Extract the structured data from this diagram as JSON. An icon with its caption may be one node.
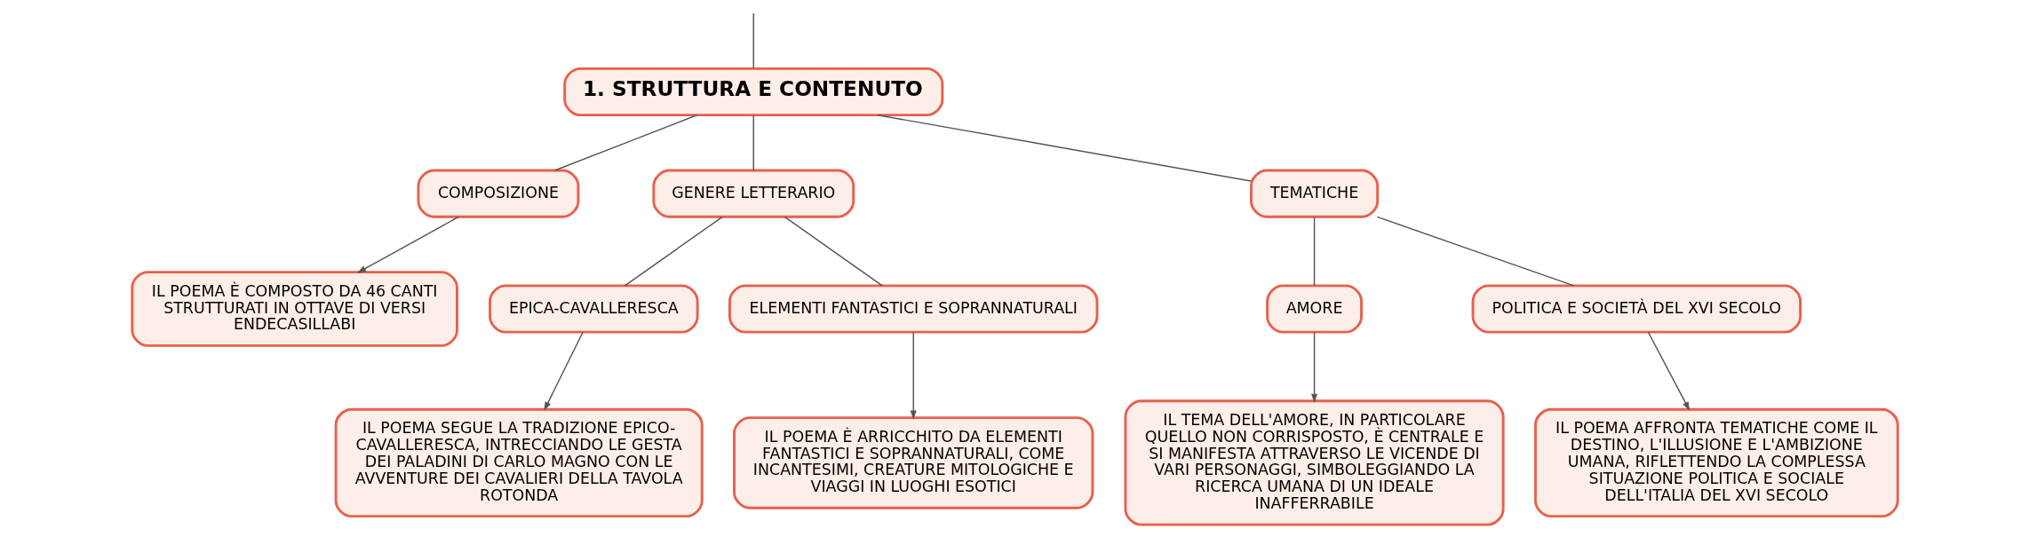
{
  "diagram": {
    "nodes": [
      {
        "text": [
          "1. STRUTTURA E CONTENUTO"
        ]
      },
      {
        "text": [
          "COMPOSIZIONE"
        ]
      },
      {
        "text": [
          "IL POEMA È COMPOSTO DA 46 CANTI STRUTTURATI IN OTTAVE DI VERSI ENDECASILLABI"
        ]
      },
      {
        "text": [
          "GENERE LETTERARIO"
        ]
      },
      {
        "text": [
          "EPICA-CAVALLERESCA"
        ]
      },
      {
        "text": [
          "IL POEMA SEGUE LA TRADIZIONE EPICO-CAVALLERESCA, INTRECCIANDO LE GESTA DEI PALADINI DI CARLO MAGNO CON LE AVVENTURE DEI CAVALIERI DELLA TAVOLA ROTONDA"
        ]
      },
      {
        "text": [
          "ELEMENTI FANTASTICI E SOPRANNATURALI"
        ]
      },
      {
        "text": [
          "IL POEMA È ARRICCHITO DA ELEMENTI FANTASTICI E SOPRANNATURALI, COME INCANTESIMI, CREATURE MITOLOGICHE E VIAGGI IN LUOGHI ESOTICI"
        ]
      },
      {
        "text": [
          "TEMATICHE"
        ]
      },
      {
        "text": [
          "AMORE"
        ]
      },
      {
        "text": [
          "IL TEMA DELL'AMORE, IN PARTICOLARE QUELLO NON CORRISPOSTO, È CENTRALE E SI MANIFESTA ATTRAVERSO LE VICENDE DI VARI PERSONAGGI, SIMBOLEGGIANDO LA RICERCA UMANA DI UN IDEALE INAFFERRABILE"
        ]
      },
      {
        "text": [
          "POLITICA E SOCIETÀ DEL XVI SECOLO"
        ]
      },
      {
        "text": [
          "IL POEMA AFFRONTA TEMATICHE COME IL DESTINO, L'ILLUSIONE E L'AMBIZIONE UMANA, RIFLETTENDO LA COMPLESSA SITUAZIONE POLITICA E SOCIALE DELL'ITALIA DEL XVI SECOLO"
        ]
      }
    ],
    "edges": [
      {
        "from": 0,
        "to": null,
        "arrow": "none"
      },
      {
        "from": 0,
        "to": 1,
        "arrow": "none"
      },
      {
        "from": 1,
        "to": 2,
        "arrow": "to"
      },
      {
        "from": 0,
        "to": 3,
        "arrow": "none"
      },
      {
        "from": 3,
        "to": 4,
        "arrow": "none"
      },
      {
        "from": 4,
        "to": 5,
        "arrow": "to"
      },
      {
        "from": 3,
        "to": 6,
        "arrow": "none"
      },
      {
        "from": 6,
        "to": 7,
        "arrow": "to"
      },
      {
        "from": 0,
        "to": 8,
        "arrow": "none"
      },
      {
        "from": 8,
        "to": 9,
        "arrow": "none"
      },
      {
        "from": 9,
        "to": 10,
        "arrow": "to"
      },
      {
        "from": 8,
        "to": 11,
        "arrow": "none"
      },
      {
        "from": 11,
        "to": 12,
        "arrow": "to"
      }
    ]
  }
}
